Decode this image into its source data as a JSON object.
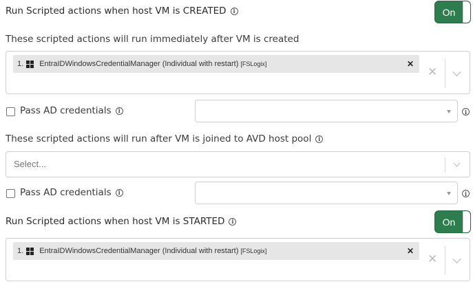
{
  "created": {
    "title": "Run Scripted actions when host VM is CREATED",
    "toggle_label": "On",
    "toggle_on": true,
    "immediate_label": "These scripted actions will run immediately after VM is created",
    "immediate_items": [
      {
        "index": "1.",
        "name": "EntraIDWindowsCredentialManager (Individual with restart)",
        "tag": "[FSLogix]"
      }
    ],
    "pass_ad_label": "Pass AD credentials",
    "pass_ad_checked": false,
    "credentials_value": "",
    "joined_label": "These scripted actions will run after VM is joined to AVD host pool",
    "joined_placeholder": "Select...",
    "pass_ad2_label": "Pass AD credentials",
    "pass_ad2_checked": false,
    "credentials2_value": ""
  },
  "started": {
    "title": "Run Scripted actions when host VM is STARTED",
    "toggle_label": "On",
    "toggle_on": true,
    "items": [
      {
        "index": "1.",
        "name": "EntraIDWindowsCredentialManager (Individual with restart)",
        "tag": "[FSLogix]"
      }
    ]
  },
  "icons": {
    "info": "info-icon",
    "windows": "windows-icon",
    "clear": "clear-icon",
    "chevron": "chevron-down-icon",
    "remove": "remove-icon"
  },
  "colors": {
    "toggle_on": "#2e7d4f",
    "chip_bg": "#e6e6e6",
    "border": "#cfcfcf"
  }
}
